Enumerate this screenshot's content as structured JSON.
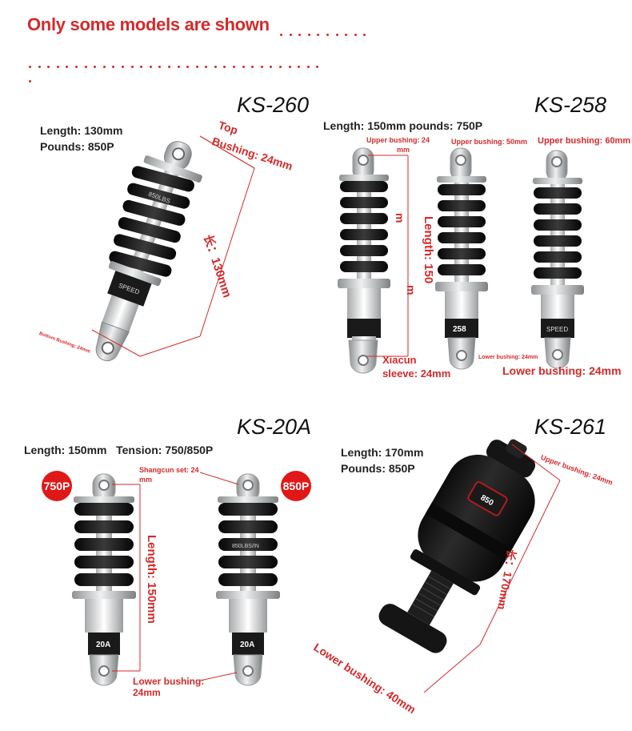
{
  "header": {
    "title": "Only some models are shown"
  },
  "colors": {
    "accent": "#d42a2a",
    "spring": "#151515",
    "body": "#c9cbcd",
    "badge": "#e01818"
  },
  "panels": {
    "ks260": {
      "title": "KS-260",
      "length": "Length: 130mm",
      "pounds": "Pounds: 850P",
      "top_bushing_1": "Top",
      "top_bushing_2": "Bushing: 24mm",
      "dimension": "长：130mm",
      "bottom_bushing": "Bottom Bushing: 24mm",
      "spring_marking": "850LBS",
      "brand_marking": "SPEED"
    },
    "ks258": {
      "title": "KS-258",
      "spec": "Length: 150mm pounds: 750P",
      "upper_bushing_a_1": "Upper bushing: 24",
      "upper_bushing_a_2": "mm",
      "upper_bushing_b": "Upper bushing: 50mm",
      "upper_bushing_c": "Upper bushing: 60mm",
      "length_1": "m",
      "length_2": "Length: 150",
      "length_3": "m",
      "xiacun_1": "Xiacun",
      "xiacun_2": "sleeve: 24mm",
      "lower_bushing_small": "Lower bushing: 24mm",
      "lower_bushing": "Lower bushing: 24mm",
      "body_marking": "258",
      "brand_marking": "SPEED"
    },
    "ks20a": {
      "title": "KS-20A",
      "spec": "Length: 150mm   Tension: 750/850P",
      "badge_left": "750P",
      "badge_right": "850P",
      "shangcun_1": "Shangcun set: 24",
      "shangcun_2": "mm",
      "length": "Length: 150mm",
      "lower_1": "Lower bushing:",
      "lower_2": "24mm",
      "body_marking": "20A",
      "spring_marking": "850LBS/IN"
    },
    "ks261": {
      "title": "KS-261",
      "length": "Length: 170mm",
      "pounds": "Pounds: 850P",
      "upper_bushing": "Upper bushing: 24mm",
      "dimension": "长：170mm",
      "lower_bushing": "Lower bushing: 40mm",
      "marking": "850"
    }
  }
}
